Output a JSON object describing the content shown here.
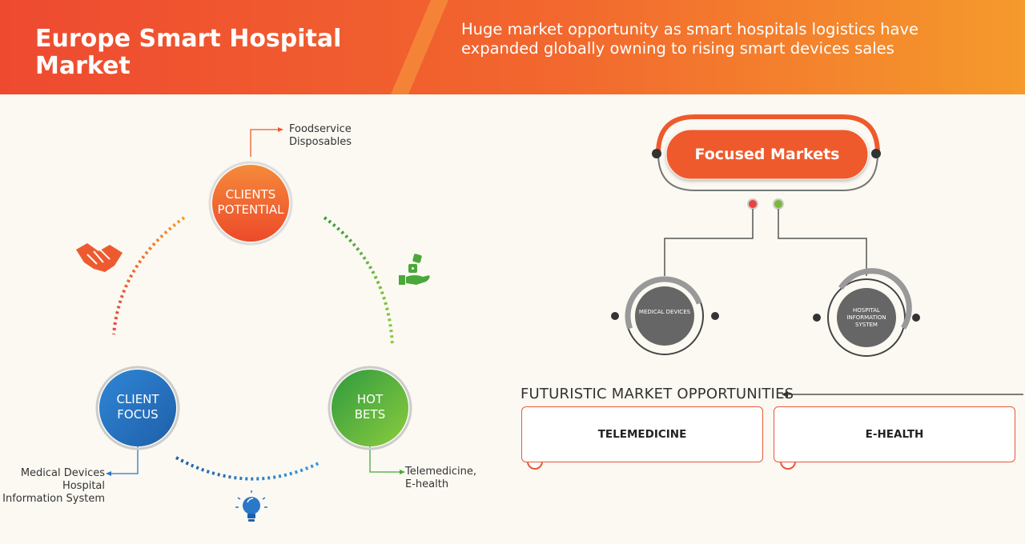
{
  "header": {
    "title": "Europe Smart Hospital Market",
    "subtitle": "Huge market opportunity as smart hospitals logistics have expanded globally owning to rising smart devices sales"
  },
  "cycle": {
    "clients_potential": {
      "label_line1": "CLIENTS",
      "label_line2": "POTENTIAL",
      "note_line1": "Foodservice",
      "note_line2": "Disposables",
      "color": "#ee5a30"
    },
    "client_focus": {
      "label_line1": "CLIENT",
      "label_line2": "FOCUS",
      "note_line1": "Medical Devices",
      "note_line2": "Hospital",
      "note_line3": "Information System",
      "color": "#2a78c8"
    },
    "hot_bets": {
      "label_line1": "HOT",
      "label_line2": "BETS",
      "note_line1": "Telemedicine,",
      "note_line2": "E-health",
      "color": "#4aa83a"
    },
    "icons": [
      "handshake-icon",
      "hand-dice-icon",
      "lightbulb-icon"
    ]
  },
  "focused": {
    "title": "Focused Markets",
    "markets": [
      {
        "label_line1": "MEDICAL DEVICES"
      },
      {
        "label_line1": "HOSPITAL",
        "label_line2": "INFORMATION",
        "label_line3": "SYSTEM"
      }
    ],
    "accent": "#ef5a2c"
  },
  "futuristic": {
    "title": "FUTURISTIC MARKET OPPORTUNITIES",
    "items": [
      "TELEMEDICINE",
      "E-HEALTH"
    ]
  }
}
